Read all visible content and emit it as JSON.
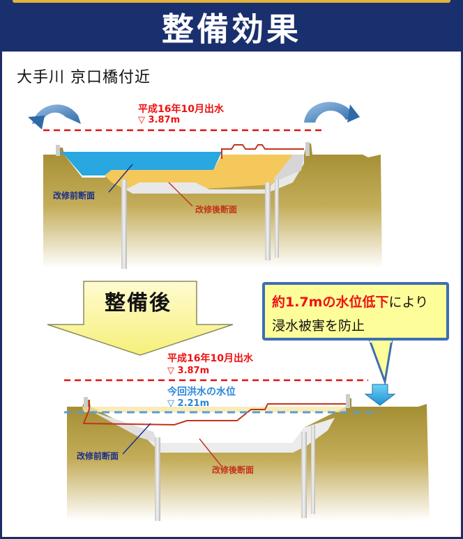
{
  "title": "整備効果",
  "subtitle": "大手川 京口橋付近",
  "top_section": {
    "flood_label": "平成16年10月出水",
    "flood_level": "▽ 3.87m",
    "before_label": "改修前断面",
    "after_label": "改修後断面"
  },
  "middle": {
    "arrow_label": "整備後",
    "callout_highlight": "約1.7mの水位低下",
    "callout_tail": "により",
    "callout_line2": "浸水被害を防止"
  },
  "bottom_section": {
    "flood_label": "平成16年10月出水",
    "flood_level": "▽ 3.87m",
    "current_label": "今回洪水の水位",
    "current_level": "▽ 2.21m",
    "before_label": "改修前断面",
    "after_label": "改修後断面"
  },
  "colors": {
    "header": "#1a2f6e",
    "ground": "#b09a3c",
    "water": "#28a7e0",
    "excavation": "#f4c85a",
    "flood_line": "#e11111",
    "current_line": "#5b9bd5",
    "callout_fill": "#fdfd9a",
    "callout_border": "#3d6fb0"
  }
}
